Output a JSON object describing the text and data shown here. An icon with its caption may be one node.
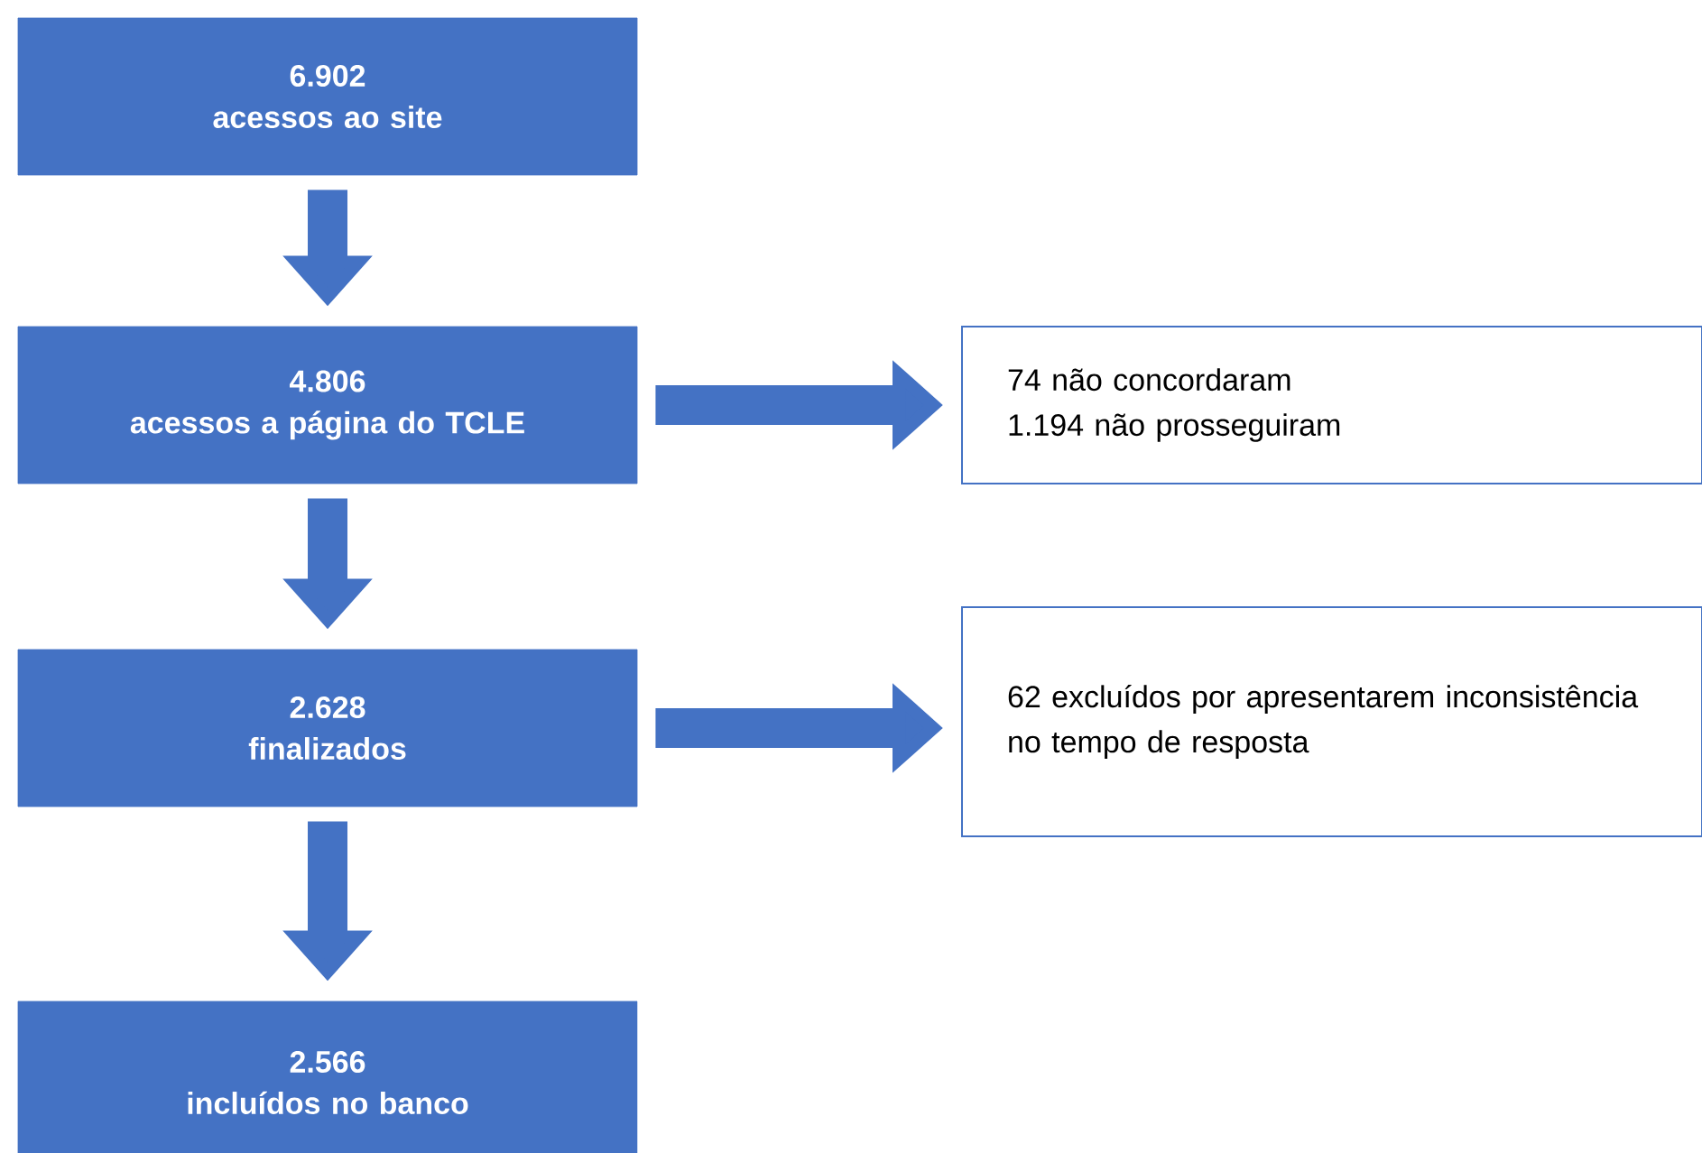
{
  "diagram": {
    "nodes": [
      {
        "text": [
          "6.902",
          "acessos ao site"
        ]
      },
      {
        "text": [
          "4.806",
          "acessos a página do TCLE"
        ]
      },
      {
        "text": [
          "2.628",
          "finalizados"
        ]
      },
      {
        "text": [
          "2.566",
          "incluídos no banco"
        ]
      },
      {
        "text": [
          "74 não concordaram",
          "1.194 não prosseguiram"
        ]
      },
      {
        "text": [
          "62 excluídos por apresentarem inconsistência no tempo de resposta"
        ]
      }
    ],
    "edges": [
      {
        "from": 0,
        "to": 1,
        "arrow": "to"
      },
      {
        "from": 1,
        "to": 2,
        "arrow": "to"
      },
      {
        "from": 2,
        "to": 3,
        "arrow": "to"
      },
      {
        "from": 1,
        "to": 4,
        "arrow": "to"
      },
      {
        "from": 2,
        "to": 5,
        "arrow": "to"
      }
    ]
  }
}
